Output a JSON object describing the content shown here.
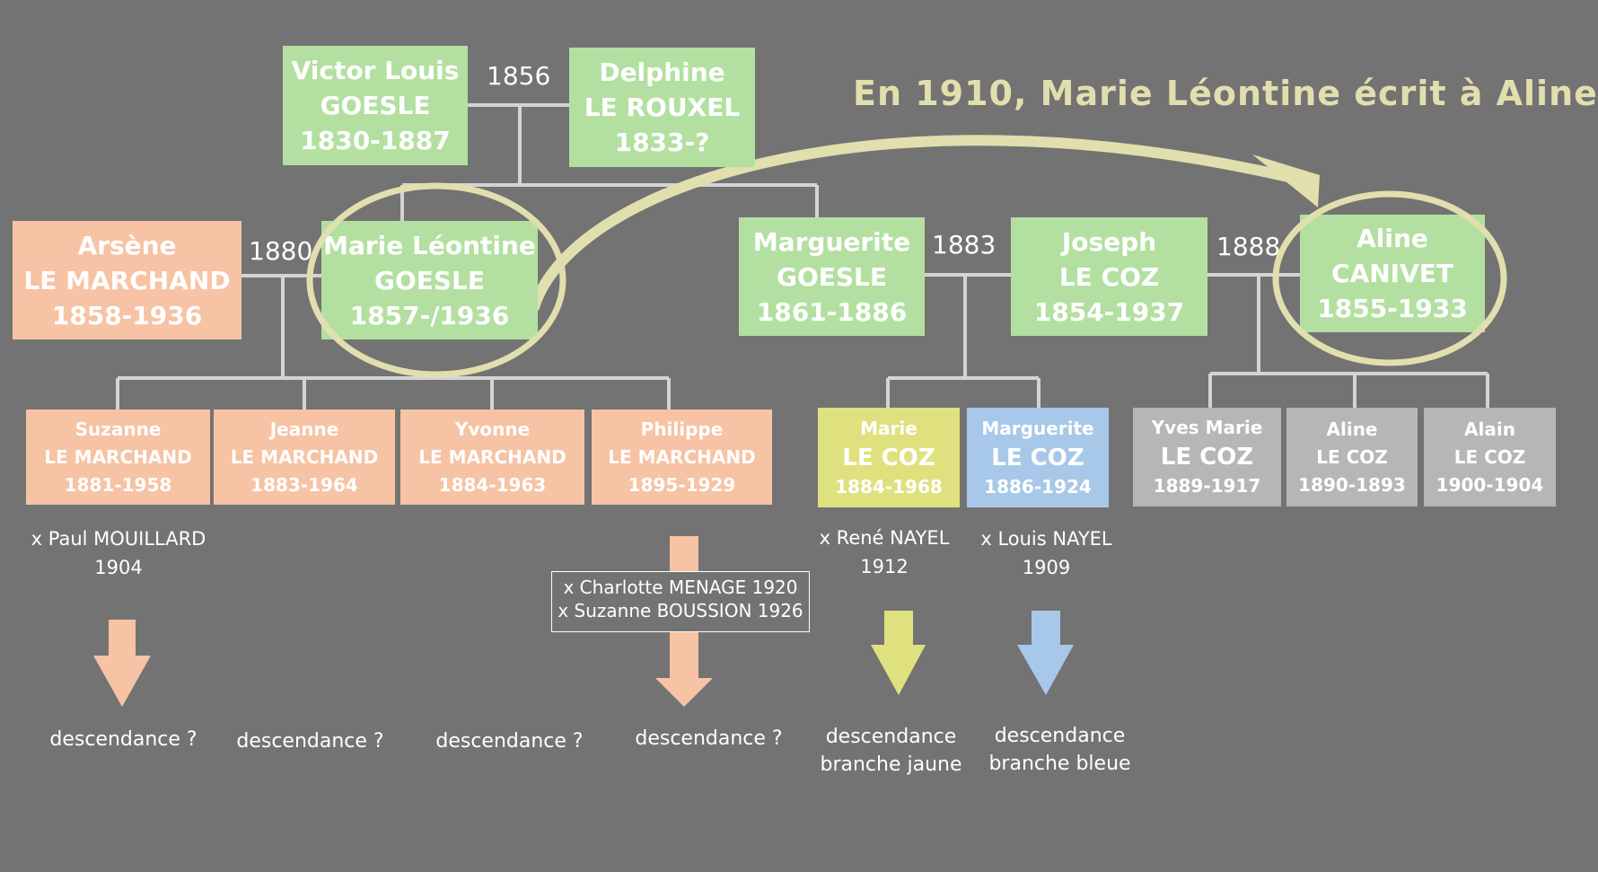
{
  "annotation": "En 1910, Marie Léontine écrit à Aline",
  "people": {
    "victor": {
      "line1": "Victor Louis",
      "line2": "GOESLE",
      "line3": "1830-1887"
    },
    "delphine": {
      "line1": "Delphine",
      "line2": "LE ROUXEL",
      "line3": "1833-?"
    },
    "arsene": {
      "line1": "Arsène",
      "line2": "LE MARCHAND",
      "line3": "1858-1936"
    },
    "marie_leontine": {
      "line1": "Marie Léontine",
      "line2": "GOESLE",
      "line3": "1857-/1936"
    },
    "marguerite_goesle": {
      "line1": "Marguerite",
      "line2": "GOESLE",
      "line3": "1861-1886"
    },
    "joseph": {
      "line1": "Joseph",
      "line2": "LE COZ",
      "line3": "1854-1937"
    },
    "aline_canivet": {
      "line1": "Aline",
      "line2": "CANIVET",
      "line3": "1855-1933"
    },
    "suzanne": {
      "line1": "Suzanne",
      "line2": "LE MARCHAND",
      "line3": "1881-1958"
    },
    "jeanne": {
      "line1": "Jeanne",
      "line2": "LE MARCHAND",
      "line3": "1883-1964"
    },
    "yvonne": {
      "line1": "Yvonne",
      "line2": "LE MARCHAND",
      "line3": "1884-1963"
    },
    "philippe": {
      "line1": "Philippe",
      "line2": "LE MARCHAND",
      "line3": "1895-1929"
    },
    "marie_lecoz": {
      "line1": "Marie",
      "line2": "LE COZ",
      "line3": "1884-1968"
    },
    "marguerite_lecoz": {
      "line1": "Marguerite",
      "line2": "LE COZ",
      "line3": "1886-1924"
    },
    "yves_marie": {
      "line1": "Yves Marie",
      "line2": "LE COZ",
      "line3": "1889-1917"
    },
    "aline_lecoz": {
      "line1": "Aline",
      "line2": "LE COZ",
      "line3": "1890-1893"
    },
    "alain": {
      "line1": "Alain",
      "line2": "LE COZ",
      "line3": "1900-1904"
    }
  },
  "marriage_years": {
    "victor_delphine": "1856",
    "arsene_marie": "1880",
    "marguerite_joseph": "1883",
    "joseph_aline": "1888"
  },
  "spouses": {
    "suzanne": {
      "line1": "x Paul MOUILLARD",
      "line2": "1904"
    },
    "philippe": {
      "line1": "x Charlotte MENAGE 1920",
      "line2": "x Suzanne BOUSSION 1926"
    },
    "marie_lecoz": {
      "line1": "x René NAYEL",
      "line2": "1912"
    },
    "marguerite_lecoz": {
      "line1": "x Louis NAYEL",
      "line2": "1909"
    }
  },
  "descendance": {
    "suzanne": {
      "line1": "descendance ?"
    },
    "jeanne": {
      "line1": "descendance ?"
    },
    "yvonne": {
      "line1": "descendance ?"
    },
    "philippe": {
      "line1": "descendance ?"
    },
    "marie_lecoz": {
      "line1": "descendance",
      "line2": "branche jaune"
    },
    "marguerite_lecoz": {
      "line1": "descendance",
      "line2": "branche bleue"
    }
  },
  "colors": {
    "background": "#737373",
    "green": "#b3e0a1",
    "peach": "#f6c3a4",
    "yellow": "#dfe17e",
    "blue": "#a7c8e9",
    "grey": "#b6b6b6",
    "highlight": "#e2dfae",
    "connector": "#d4d4d4"
  }
}
